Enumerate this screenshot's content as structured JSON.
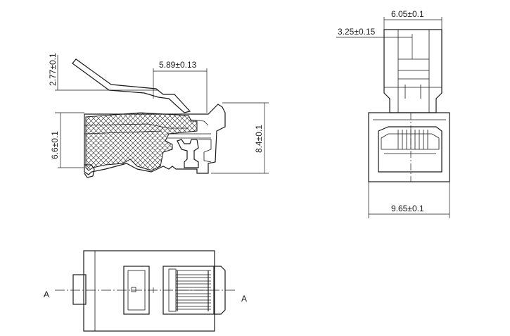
{
  "dimensions": {
    "latch_height": "2.77±0.1",
    "contact_offset": "5.89±0.13",
    "body_height": "6.6±0.1",
    "overall_height": "8.4±0.1",
    "latch_width": "6.05±0.1",
    "latch_inner_width": "3.25±0.15",
    "overall_width": "9.65±0.1"
  },
  "section_marks": {
    "left": "A",
    "right": "A"
  },
  "colors": {
    "line": "#1a1a1a",
    "background": "#ffffff"
  }
}
